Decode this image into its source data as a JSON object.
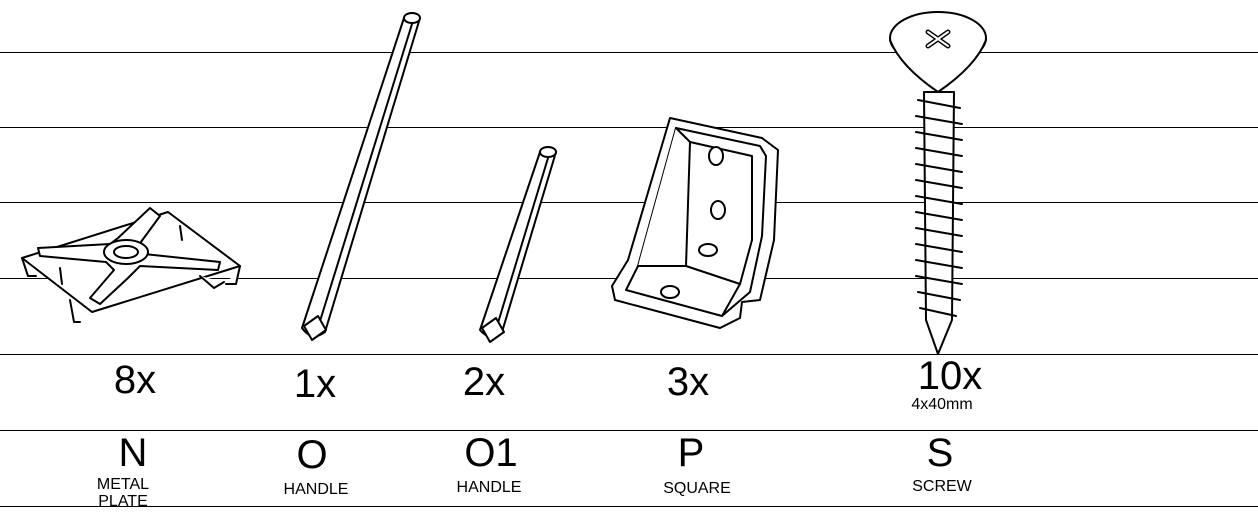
{
  "parts": [
    {
      "id": "N",
      "qty": "8x",
      "name": "METAL PLATE"
    },
    {
      "id": "O",
      "qty": "1x",
      "name": "HANDLE"
    },
    {
      "id": "O1",
      "qty": "2x",
      "name": "HANDLE"
    },
    {
      "id": "P",
      "qty": "3x",
      "name": "SQUARE"
    },
    {
      "id": "S",
      "qty": "10x",
      "size": "4x40mm",
      "name": "SCREW"
    }
  ]
}
